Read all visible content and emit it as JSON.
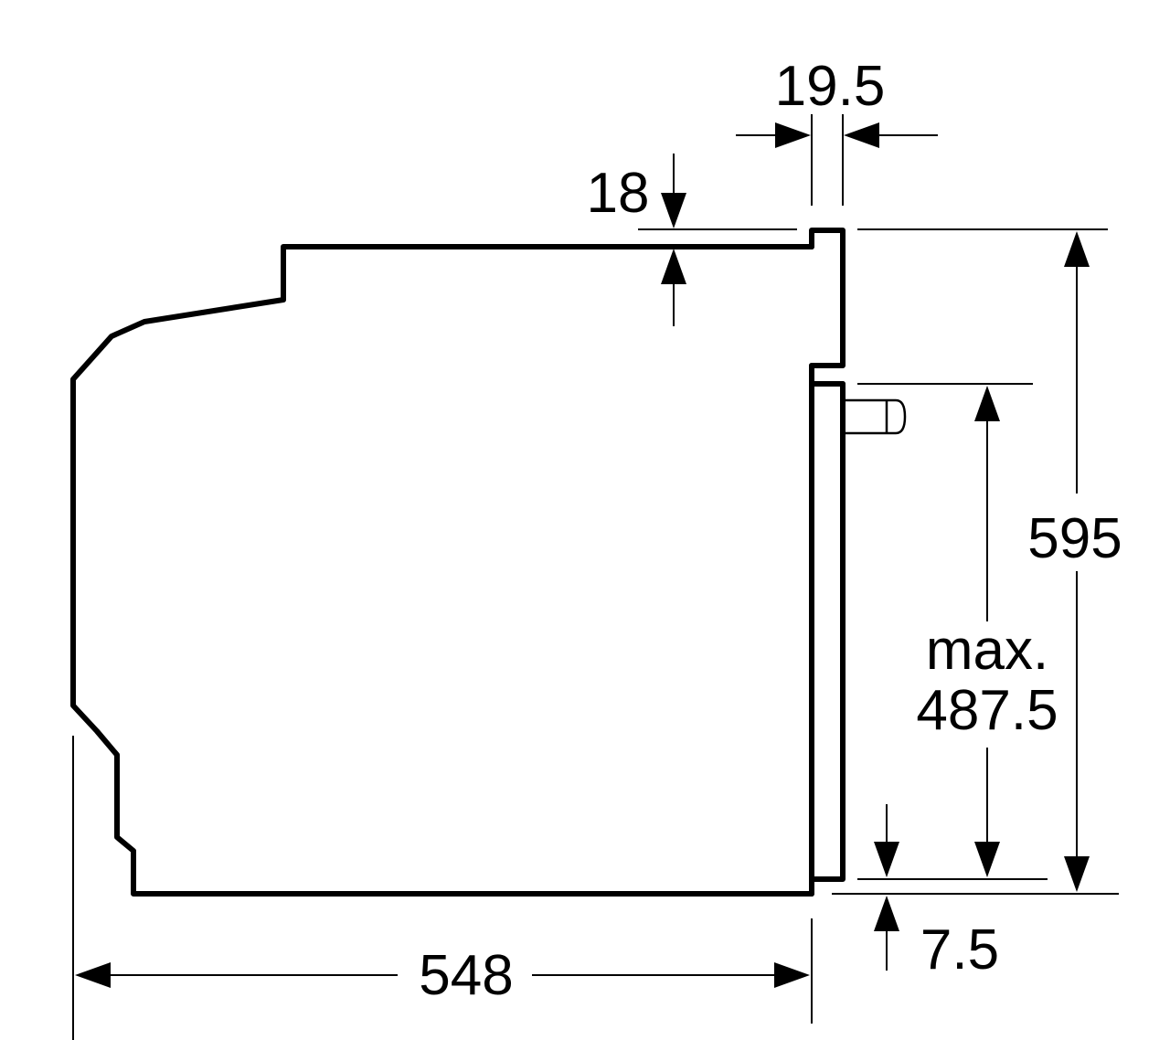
{
  "diagram": {
    "dimensions": {
      "door_thickness": "19.5",
      "top_offset": "18",
      "total_height": "595",
      "max_label": "max.",
      "max_height": "487.5",
      "bottom_offset": "7.5",
      "depth": "548"
    }
  }
}
